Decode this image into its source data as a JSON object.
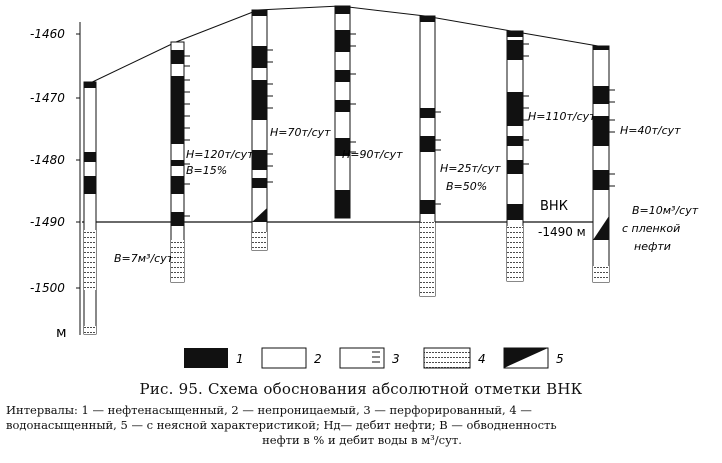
{
  "axis": {
    "ticks": [
      "-1460",
      "-1470",
      "-1480",
      "-1490",
      "-1500"
    ],
    "unit": "м"
  },
  "wells": [
    {
      "note": "В=7м³/сут"
    },
    {
      "note_lines": [
        "Н=120т/сут",
        "В=15%"
      ]
    },
    {
      "note": "Н=70т/сут"
    },
    {
      "note": "Н=90т/сут"
    },
    {
      "note_lines": [
        "Н=25т/сут",
        "В=50%"
      ]
    },
    {
      "note": "Н=110т/сут"
    },
    {
      "note_lines": [
        "Н=40т/сут",
        "В=10м³/сут",
        "с пленкой",
        "нефти"
      ]
    }
  ],
  "contact": {
    "label": "ВНК",
    "value": "-1490 м"
  },
  "legend": [
    "1",
    "2",
    "3",
    "4",
    "5"
  ],
  "caption": {
    "title": "Рис. 95. Схема обоснования абсолютной отметки ВНК",
    "line1": "Интервалы: 1 — нефтенасыщенный, 2 — непроницаемый, 3 — перфорированный, 4 —",
    "line2": "водонасыщенный, 5 — с неясной характеристикой; Нд— дебит нефти; В — обводненность",
    "line3": "нефти в % и дебит воды в м³/сут."
  }
}
